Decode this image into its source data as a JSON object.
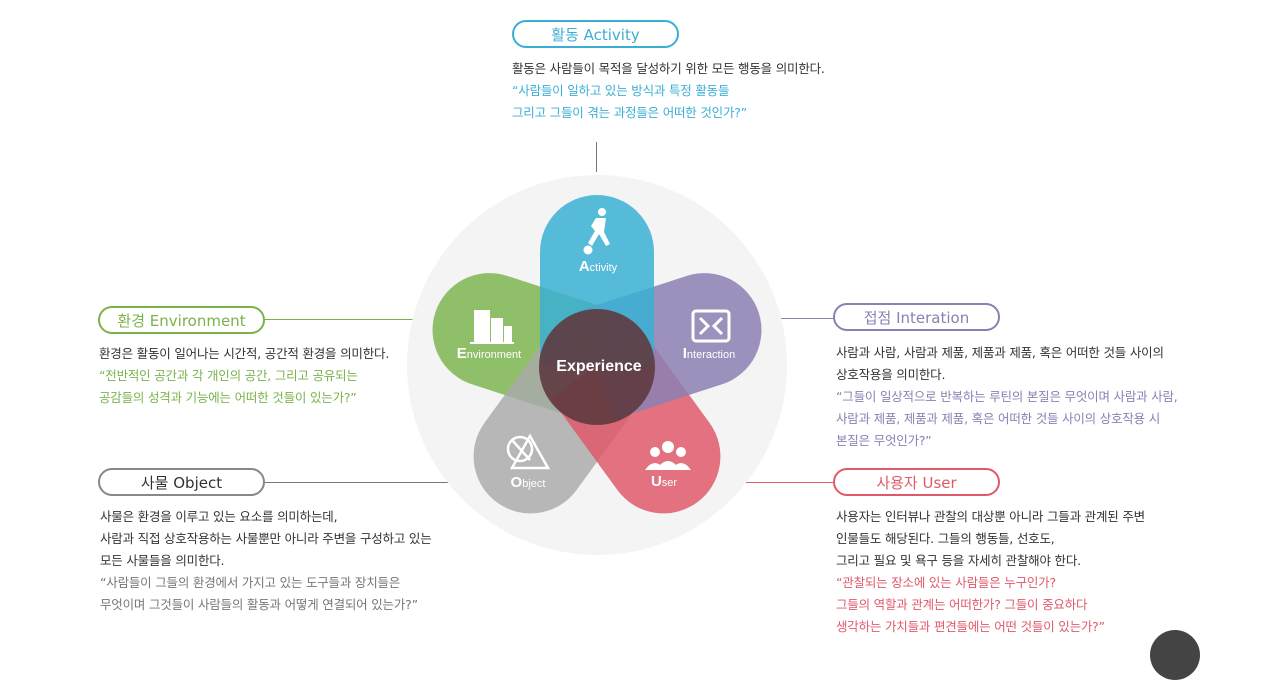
{
  "colors": {
    "activity": "#3aafd4",
    "interaction": "#8c7fb3",
    "user": "#e0596b",
    "object": "#a9a9a9",
    "environment": "#7ab34b",
    "center": "#5e3a3f",
    "connector": "#777777"
  },
  "center": {
    "label": "Experience"
  },
  "petals": {
    "activity": {
      "initial": "A",
      "rest": "ctivity",
      "icon": "person-kicking-ball-icon"
    },
    "interaction": {
      "initial": "I",
      "rest": "nteraction",
      "icon": "interaction-icon"
    },
    "user": {
      "initial": "U",
      "rest": "ser",
      "icon": "people-group-icon"
    },
    "object": {
      "initial": "O",
      "rest": "bject",
      "icon": "tools-icon"
    },
    "environment": {
      "initial": "E",
      "rest": "nvironment",
      "icon": "buildings-icon"
    }
  },
  "sections": {
    "activity": {
      "title": "활동 Activity",
      "lines": [
        "활동은 사람들이 목적을 달성하기 위한 모든 행동을 의미한다."
      ],
      "quote": [
        "“사람들이 일하고 있는 방식과 특정 활동들",
        "그리고 그들이 겪는 과정들은 어떠한 것인가?”"
      ]
    },
    "environment": {
      "title": "환경 Environment",
      "lines": [
        "환경은 활동이 일어나는 시간적, 공간적 환경을 의미한다."
      ],
      "quote": [
        "“전반적인 공간과 각 개인의 공간, 그리고 공유되는",
        "공감들의 성격과 기능에는 어떠한 것들이 있는가?”"
      ]
    },
    "interaction": {
      "title": "접점 Interation",
      "lines": [
        "사람과 사람, 사람과 제품, 제품과 제품, 혹은 어떠한 것들 사이의",
        "상호작용을 의미한다."
      ],
      "quote": [
        "“그들이 일상적으로 반복하는 루틴의 본질은 무엇이며 사람과 사람,",
        "사람과 제품, 제품과 제품, 혹은 어떠한 것들 사이의 상호작용 시",
        "본질은 무엇인가?”"
      ]
    },
    "object": {
      "title": "사물 Object",
      "lines": [
        "사물은 환경을 이루고 있는 요소를 의미하는데,",
        "사람과 직접 상호작용하는 사물뿐만 아니라 주변을 구성하고 있는",
        "모든 사물들을 의미한다."
      ],
      "quote": [
        "“사람들이 그들의 환경에서 가지고 있는 도구들과 장치들은",
        "무엇이며 그것들이 사람들의 활동과 어떻게 연결되어 있는가?”"
      ]
    },
    "user": {
      "title": "사용자 User",
      "lines": [
        "사용자는 인터뷰나 관찰의 대상뿐 아니라 그들과 관계된 주변",
        "인물들도 해당된다. 그들의 행동들, 선호도,",
        "그리고 필요 및 욕구 등을 자세히 관찰해야 한다."
      ],
      "quote": [
        "“관찰되는 장소에 있는 사람들은 누구인가?",
        "그들의 역할과 관계는 어떠한가? 그들이 중요하다",
        "생각하는 가치들과 편견들에는 어떤 것들이 있는가?”"
      ]
    }
  }
}
